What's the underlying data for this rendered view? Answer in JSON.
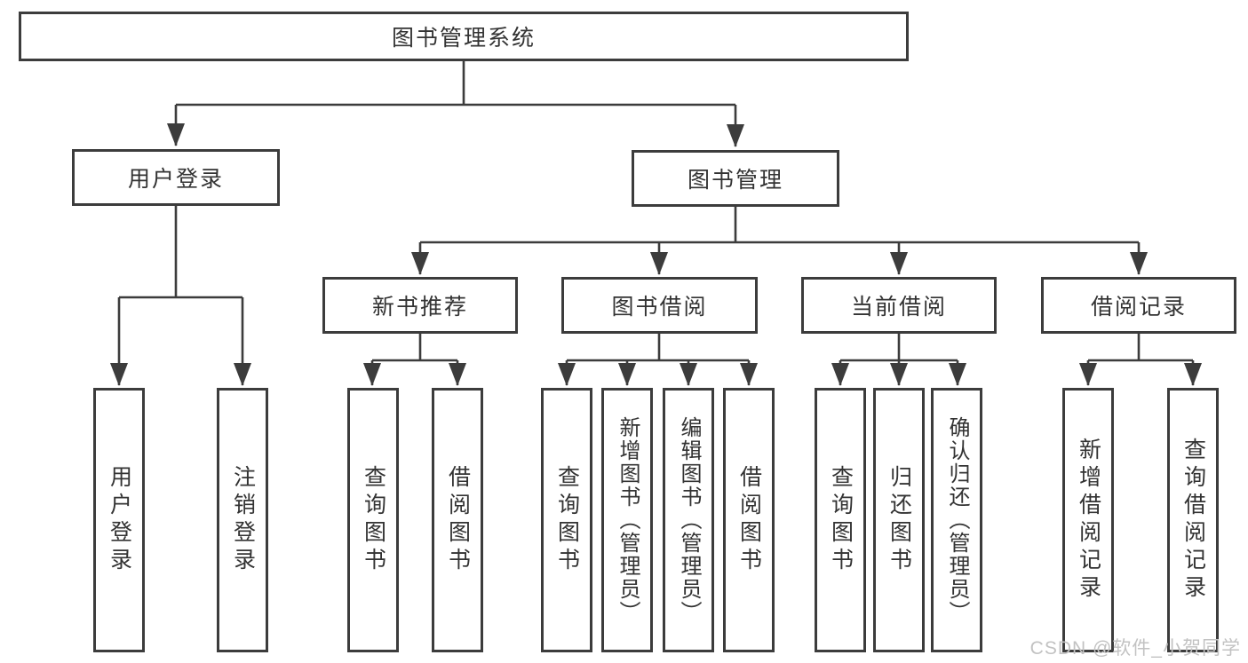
{
  "nodes": {
    "root": "图书管理系统",
    "user_login": "用户登录",
    "book_mgmt": "图书管理",
    "new_book_rec": "新书推荐",
    "book_borrow": "图书借阅",
    "current_borrow": "当前借阅",
    "borrow_records": "借阅记录",
    "leaf_user_login": "用户登录",
    "leaf_logout_login": "注销登录",
    "leaf_query_book_1": "查询图书",
    "leaf_borrow_book_1": "借阅图书",
    "leaf_query_book_2": "查询图书",
    "leaf_add_book_admin": "新增图书（管理员）",
    "leaf_edit_book_admin": "编辑图书（管理员）",
    "leaf_borrow_book_2": "借阅图书",
    "leaf_query_book_3": "查询图书",
    "leaf_return_book": "归还图书",
    "leaf_confirm_return_admin": "确认归还（管理员）",
    "leaf_add_borrow_record": "新增借阅记录",
    "leaf_query_borrow_record": "查询借阅记录"
  },
  "watermark": "CSDN @软件_小贺同学",
  "colors": {
    "line": "#3c3c3c",
    "box_border": "#3c3c3c",
    "text": "#333333",
    "watermark": "#c2c2c2",
    "background": "#ffffff"
  }
}
